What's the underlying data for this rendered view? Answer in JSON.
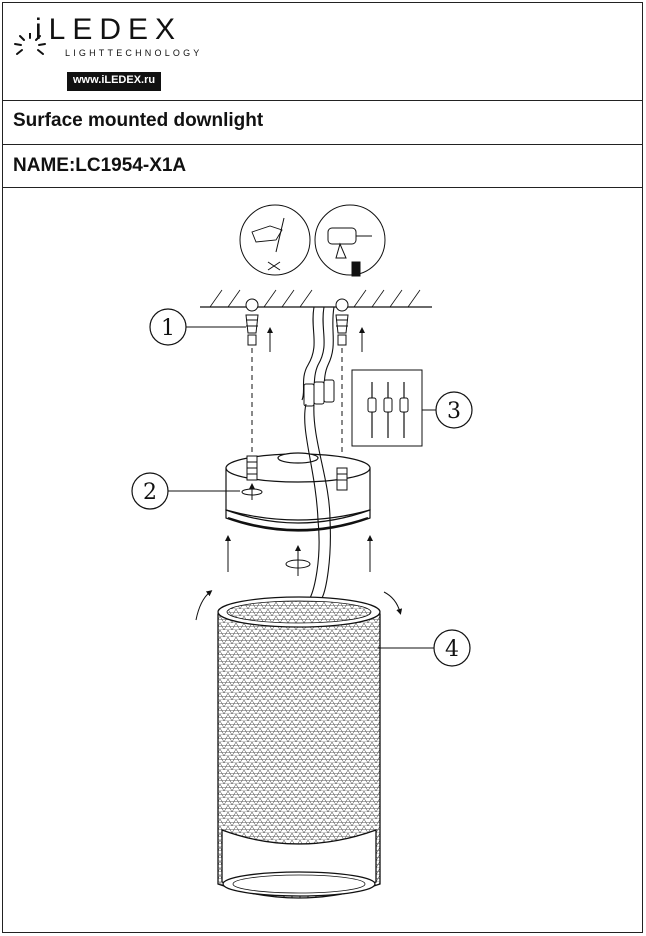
{
  "brand": {
    "logo_text": "iLEDEX",
    "tagline": "LIGHTTECHNOLOGY",
    "url": "www.iLEDEX.ru"
  },
  "product": {
    "type": "Surface mounted downlight",
    "name_line": "NAME:LC1954-X1A"
  },
  "callouts": {
    "c1": "1",
    "c2": "2",
    "c3": "3",
    "c4": "4"
  },
  "colors": {
    "ink": "#111111",
    "paper": "#ffffff"
  }
}
